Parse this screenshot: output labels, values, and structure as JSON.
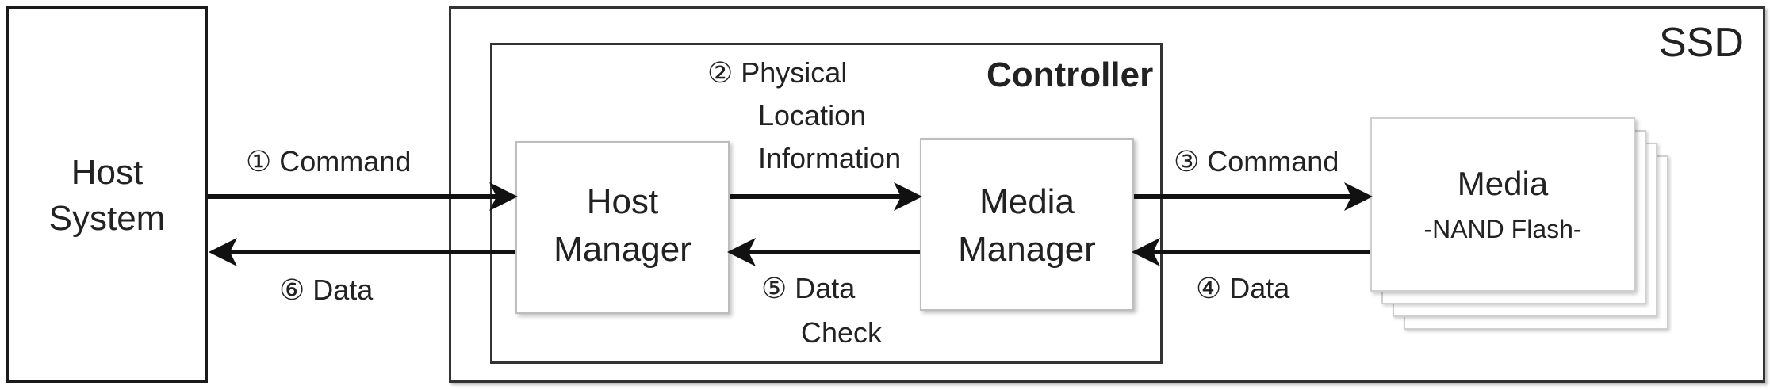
{
  "host_system": {
    "label_line1": "Host",
    "label_line2": "System"
  },
  "ssd": {
    "label": "SSD"
  },
  "controller": {
    "label": "Controller"
  },
  "host_manager": {
    "label_line1": "Host",
    "label_line2": "Manager"
  },
  "media_manager": {
    "label_line1": "Media",
    "label_line2": "Manager"
  },
  "media": {
    "label_line1": "Media",
    "label_line2": "-NAND Flash-"
  },
  "steps": {
    "s1": "① Command",
    "s2_line1": "② Physical",
    "s2_line2": "Location",
    "s2_line3": "Information",
    "s3": "③ Command",
    "s4": "④ Data",
    "s5_line1": "⑤ Data",
    "s5_line2": "Check",
    "s6": "⑥ Data"
  }
}
